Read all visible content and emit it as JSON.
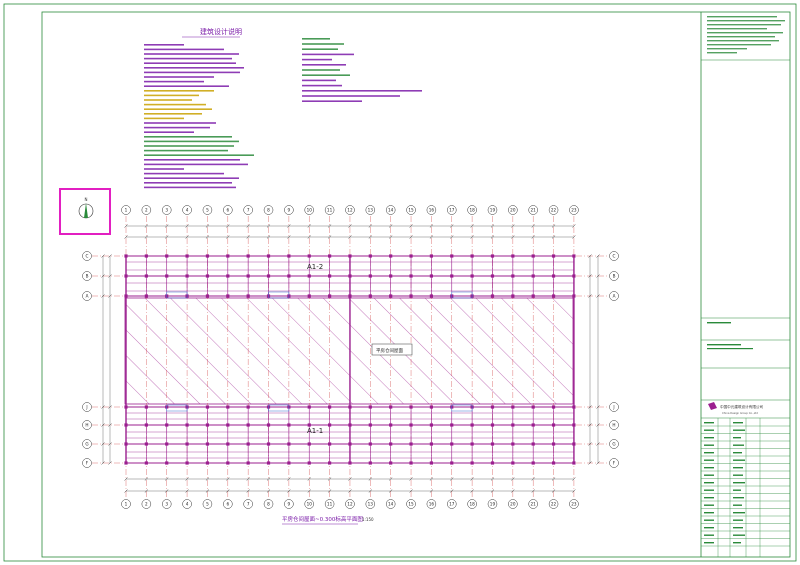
{
  "notes": {
    "title": "建筑设计说明"
  },
  "plan": {
    "zone_north": "A1-2",
    "zone_south": "A1-1",
    "hatch_label": "平房仓间屋面",
    "title": "平房仓间屋面~0.300标高平面图",
    "scale": "1:150"
  },
  "column_grid": [
    "1",
    "2",
    "3",
    "4",
    "5",
    "6",
    "7",
    "8",
    "9",
    "10",
    "11",
    "12",
    "13",
    "14",
    "15",
    "16",
    "17",
    "18",
    "19",
    "20",
    "21",
    "22",
    "23"
  ],
  "row_grid": [
    "C",
    "B",
    "A",
    "J",
    "H",
    "G",
    "F"
  ],
  "title_block": {
    "company_cn": "中国中元建筑设计有限公司",
    "company_en": "China Design Group Co.,Ltd"
  },
  "colors": {
    "frame": "#2a8a3a",
    "structure": "#9b1f8f",
    "grid_axis": "#d03a3a",
    "highlight_box": "#e21fc1",
    "note_text": "#7a1aa8"
  }
}
